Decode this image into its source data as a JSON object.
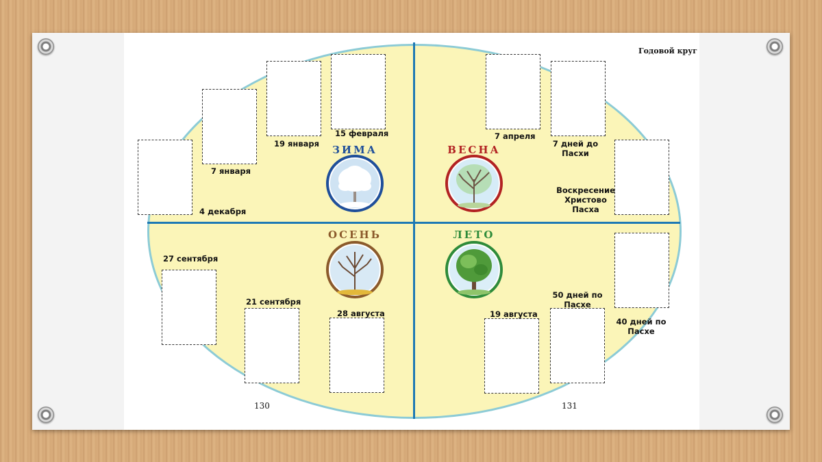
{
  "page_header": "Годовой круг",
  "page_numbers": [
    "130",
    "131"
  ],
  "seasons": {
    "winter": {
      "name": "ЗИМА",
      "color": "#1f4f9a"
    },
    "spring": {
      "name": "ВЕСНА",
      "color": "#b22222"
    },
    "autumn": {
      "name": "ОСЕНЬ",
      "color": "#8b5a2b"
    },
    "summer": {
      "name": "ЛЕТО",
      "color": "#2e8b3a"
    }
  },
  "labels": {
    "dec4": "4 декабря",
    "jan7": "7 января",
    "jan19": "19 января",
    "feb15": "15 февраля",
    "apr7": "7 апреля",
    "days7_line1": "7 дней до",
    "days7_line2": "Пасхи",
    "easter_line1": "Воскресение",
    "easter_line2": "Христово",
    "easter_line3": "Пасха",
    "sep27": "27 сентября",
    "sep21": "21 сентября",
    "aug28": "28 августа",
    "aug19": "19 августа",
    "days50_line1": "50 дней по",
    "days50_line2": "Пасхе",
    "days40_line1": "40 дней по",
    "days40_line2": "Пасхе"
  },
  "colors": {
    "oval_fill": "#fbf5b8",
    "oval_border": "#8ccbd6",
    "divider": "#1d79b4",
    "background": "#d9ad7c"
  }
}
